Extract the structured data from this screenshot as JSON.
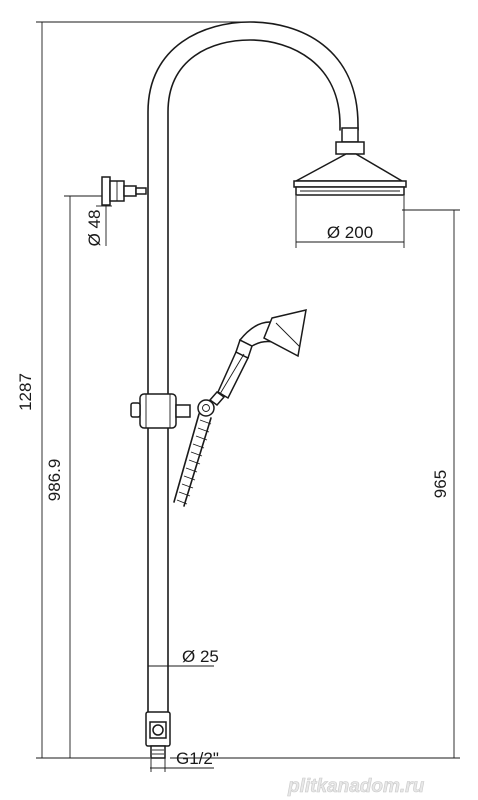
{
  "dimensions": {
    "total_height": "1287",
    "wall_bracket_height": "986.9",
    "head_height": "965",
    "bracket_diameter": "Ø 48",
    "head_diameter": "Ø 200",
    "pipe_diameter": "Ø 25",
    "connection_thread": "G1/2\""
  },
  "watermark": "plitkanadom.ru"
}
